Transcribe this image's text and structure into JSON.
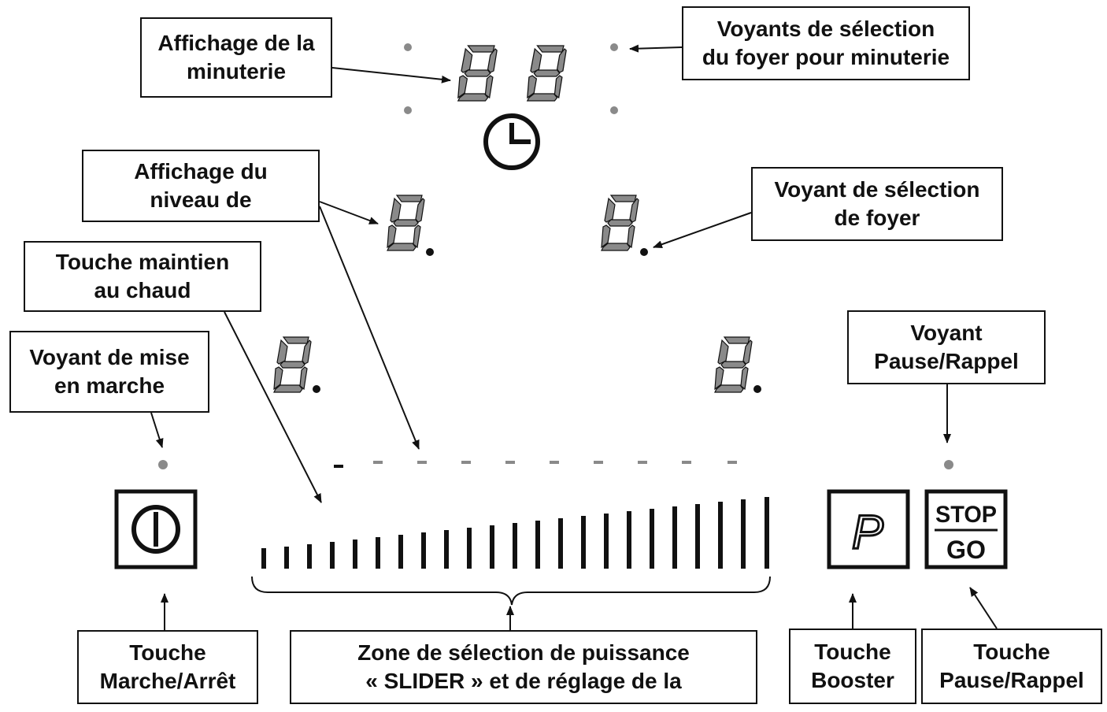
{
  "labels": {
    "minuterie_display": [
      "Affichage de la",
      "minuterie"
    ],
    "timer_zone_leds": [
      "Voyants de sélection",
      "du foyer pour minuterie"
    ],
    "power_level_display": [
      "Affichage du",
      "niveau de"
    ],
    "zone_select_led": [
      "Voyant de sélection",
      "de foyer"
    ],
    "keep_warm_key": [
      "Touche maintien",
      "au chaud"
    ],
    "power_on_led": [
      "Voyant de mise",
      "en marche"
    ],
    "pause_led": [
      "Voyant",
      "Pause/Rappel"
    ],
    "on_off_key": [
      "Touche",
      "Marche/Arrêt"
    ],
    "slider_zone": [
      "Zone de sélection de puissance",
      "« SLIDER » et de réglage de la"
    ],
    "booster_key": [
      "Touche",
      "Booster"
    ],
    "pause_key": [
      "Touche",
      "Pause/Rappel"
    ]
  },
  "keys": {
    "booster_symbol": "P",
    "stop_label": "STOP",
    "go_label": "GO"
  },
  "colors": {
    "ink": "#111111",
    "segment": "#8a8a8a",
    "led": "#8a8a8a"
  },
  "icons": [
    "clock-icon",
    "power-icon"
  ]
}
